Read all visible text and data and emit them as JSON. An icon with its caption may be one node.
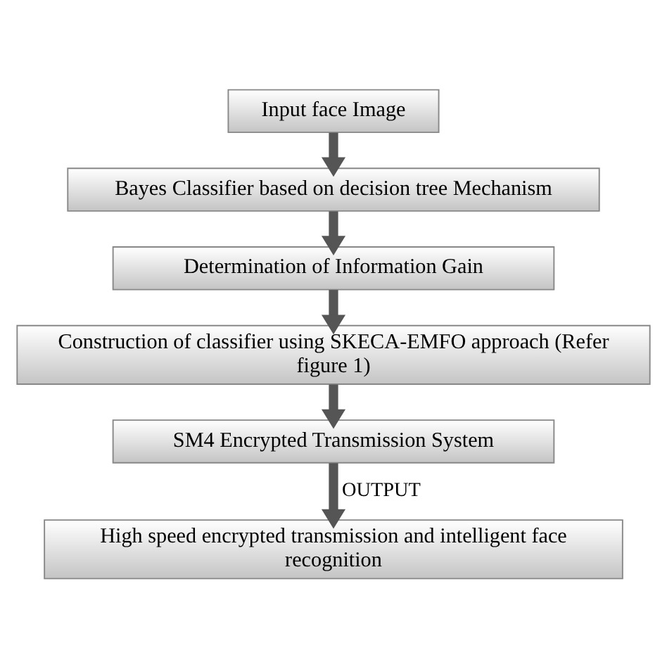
{
  "diagram": {
    "nodes": [
      {
        "text": [
          "Input face Image"
        ]
      },
      {
        "text": [
          "Bayes Classifier based on decision tree Mechanism"
        ]
      },
      {
        "text": [
          "Determination of Information Gain"
        ]
      },
      {
        "text": [
          "Construction of classifier using SKECA-EMFO approach (Refer figure 1)"
        ]
      },
      {
        "text": [
          "SM4 Encrypted Transmission System"
        ]
      },
      {
        "text": [
          "High speed encrypted transmission and intelligent face recognition"
        ]
      }
    ],
    "edges": [
      {
        "from": 0,
        "to": 1,
        "arrow": "to"
      },
      {
        "from": 1,
        "to": 2,
        "arrow": "to"
      },
      {
        "from": 2,
        "to": 3,
        "arrow": "to"
      },
      {
        "from": 3,
        "to": 4,
        "arrow": "to"
      },
      {
        "from": 4,
        "to": 5,
        "arrow": "to",
        "label": "OUTPUT"
      }
    ]
  }
}
